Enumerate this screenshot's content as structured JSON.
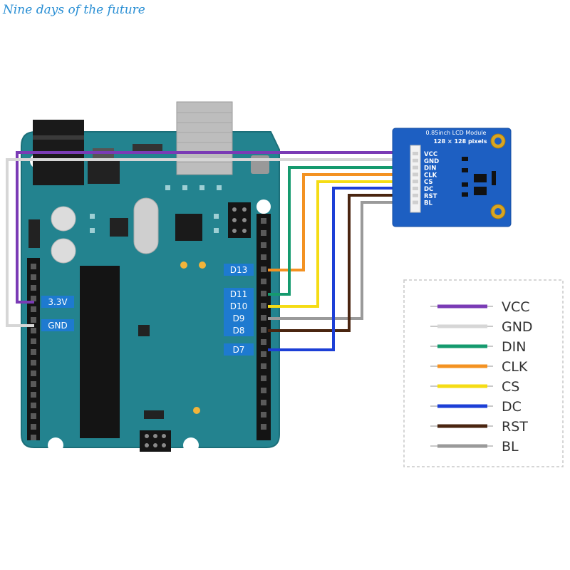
{
  "watermark": "Nine days of the future",
  "colors": {
    "board": "#23838f",
    "board_edge": "#1c6f79",
    "pin_label_bg": "#1e7ad0",
    "lcd_board": "#1d5fc2",
    "vcc": "#7a3bb5",
    "gnd": "#d6d6d6",
    "din": "#159a6e",
    "clk": "#f39222",
    "cs": "#f5dc15",
    "dc": "#1c3fd6",
    "rst": "#4a2510",
    "bl": "#9a9a9a"
  },
  "arduino": {
    "pins": {
      "v33": "3.3V",
      "gnd": "GND",
      "d13": "D13",
      "d11": "D11",
      "d10": "D10",
      "d9": "D9",
      "d8": "D8",
      "d7": "D7"
    }
  },
  "lcd": {
    "title": "0.85inch LCD Module",
    "subtitle": "128 × 128 pixels",
    "pins": [
      "VCC",
      "GND",
      "DIN",
      "CLK",
      "CS",
      "DC",
      "RST",
      "BL"
    ]
  },
  "legend": {
    "items": [
      {
        "label": "VCC",
        "color": "#7a3bb5"
      },
      {
        "label": "GND",
        "color": "#d6d6d6"
      },
      {
        "label": "DIN",
        "color": "#159a6e"
      },
      {
        "label": "CLK",
        "color": "#f39222"
      },
      {
        "label": "CS",
        "color": "#f5dc15"
      },
      {
        "label": "DC",
        "color": "#1c3fd6"
      },
      {
        "label": "RST",
        "color": "#4a2510"
      },
      {
        "label": "BL",
        "color": "#9a9a9a"
      }
    ]
  }
}
